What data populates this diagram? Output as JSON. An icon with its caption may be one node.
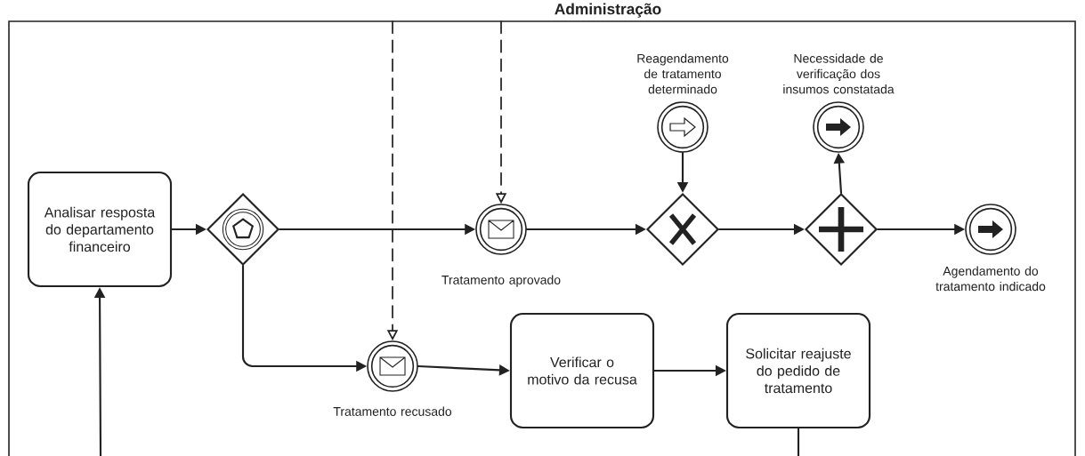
{
  "diagram": {
    "title": "Administração",
    "nodes": [
      {
        "text": [
          "Analisar resposta do departamento financeiro"
        ]
      },
      {
        "text": [],
        "shape": "diamond"
      },
      {
        "text": [],
        "shape": "circle",
        "beside": [
          "Tratamento aprovado"
        ]
      },
      {
        "text": [],
        "shape": "diamond"
      },
      {
        "text": [],
        "shape": "circle",
        "beside": [
          "Reagendamento de tratamento determinado"
        ]
      },
      {
        "text": [],
        "shape": "diamond"
      },
      {
        "text": [],
        "shape": "circle",
        "beside": [
          "Necessidade de verificação dos insumos constatada"
        ]
      },
      {
        "text": [],
        "shape": "circle",
        "beside": [
          "Agendamento do tratamento indicado"
        ]
      },
      {
        "text": [],
        "shape": "circle",
        "beside": [
          "Tratamento recusado"
        ]
      },
      {
        "text": [
          "Verificar o motivo da recusa"
        ]
      },
      {
        "text": [
          "Solicitar reajuste do pedido de tratamento"
        ]
      }
    ],
    "edges": [
      {
        "from": null,
        "to": 0,
        "arrow": "to"
      },
      {
        "from": 0,
        "to": 1,
        "arrow": "to"
      },
      {
        "from": 1,
        "to": 2,
        "arrow": "to"
      },
      {
        "from": 2,
        "to": 3,
        "arrow": "to"
      },
      {
        "from": 4,
        "to": 3,
        "arrow": "to"
      },
      {
        "from": 3,
        "to": 5,
        "arrow": "to"
      },
      {
        "from": 5,
        "to": 6,
        "arrow": "to"
      },
      {
        "from": 5,
        "to": 7,
        "arrow": "to"
      },
      {
        "from": 1,
        "to": 8,
        "arrow": "to"
      },
      {
        "from": 8,
        "to": 9,
        "arrow": "to"
      },
      {
        "from": 9,
        "to": 10,
        "arrow": "to"
      },
      {
        "from": 10,
        "to": null,
        "arrow": "none"
      },
      {
        "from": null,
        "to": 8,
        "arrow": "to",
        "style": "dashed"
      },
      {
        "from": null,
        "to": 2,
        "arrow": "to",
        "style": "dashed"
      }
    ]
  }
}
